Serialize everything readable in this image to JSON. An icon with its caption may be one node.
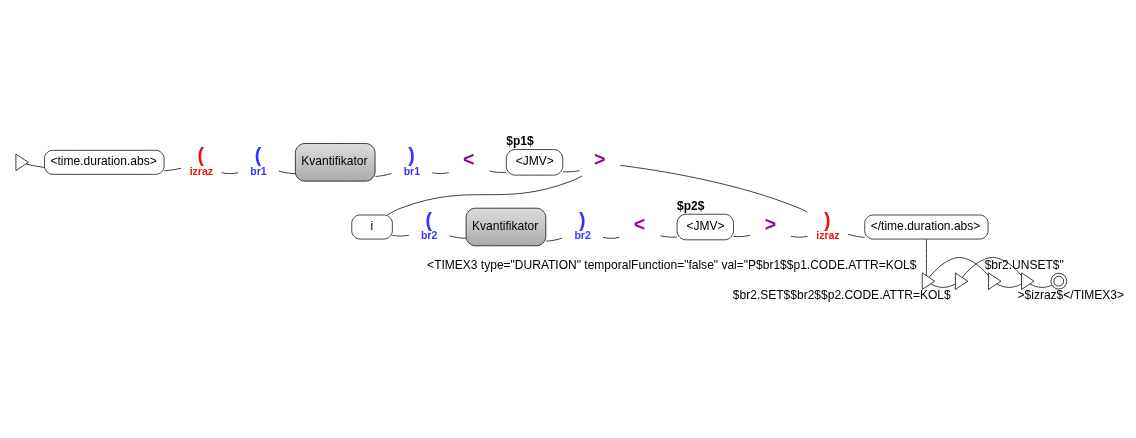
{
  "diagram": {
    "nodes": [
      {
        "text": [],
        "shape": "triangle"
      },
      {
        "text": [
          "<time.duration.abs>"
        ]
      },
      {
        "text": [
          "("
        ],
        "beside": [
          "izraz"
        ]
      },
      {
        "text": [
          "("
        ],
        "beside": [
          "br1"
        ]
      },
      {
        "text": [
          "Kvantifikator"
        ]
      },
      {
        "text": [
          ")"
        ],
        "beside": [
          "br1"
        ]
      },
      {
        "text": [
          "<"
        ]
      },
      {
        "text": [
          "<JMV>"
        ],
        "beside": [
          "$p1$"
        ]
      },
      {
        "text": [
          ">"
        ]
      },
      {
        "text": [
          "i"
        ]
      },
      {
        "text": [
          "("
        ],
        "beside": [
          "br2"
        ]
      },
      {
        "text": [
          "Kvantifikator"
        ]
      },
      {
        "text": [
          ")"
        ],
        "beside": [
          "br2"
        ]
      },
      {
        "text": [
          "<"
        ]
      },
      {
        "text": [
          "<JMV>"
        ],
        "beside": [
          "$p2$"
        ]
      },
      {
        "text": [
          ">"
        ]
      },
      {
        "text": [
          ")"
        ],
        "beside": [
          "izraz"
        ]
      },
      {
        "text": [
          "</time.duration.abs>"
        ]
      },
      {
        "text": [],
        "shape": "triangle",
        "beside": [
          "<TIMEX3 type=\"DURATION\" temporalFunction=\"false\" val=\"P$br1$$p1.CODE.ATTR=KOL$"
        ]
      },
      {
        "text": [],
        "shape": "triangle",
        "beside": [
          "$br2.SET$$br2$$p2.CODE.ATTR=KOL$"
        ]
      },
      {
        "text": [],
        "shape": "triangle",
        "beside": [
          "$br2.UNSET$\""
        ]
      },
      {
        "text": [],
        "shape": "triangle",
        "beside": [
          ">$izraz$</TIMEX3>"
        ]
      },
      {
        "text": [],
        "shape": "circle"
      }
    ],
    "edges": [
      {
        "from": 0,
        "to": 1,
        "arrow": "none"
      },
      {
        "from": 1,
        "to": 2,
        "arrow": "none"
      },
      {
        "from": 2,
        "to": 3,
        "arrow": "none"
      },
      {
        "from": 3,
        "to": 4,
        "arrow": "none"
      },
      {
        "from": 4,
        "to": 5,
        "arrow": "none"
      },
      {
        "from": 5,
        "to": 6,
        "arrow": "none"
      },
      {
        "from": 6,
        "to": 7,
        "arrow": "none"
      },
      {
        "from": 7,
        "to": 8,
        "arrow": "none"
      },
      {
        "from": 8,
        "to": 9,
        "arrow": "none"
      },
      {
        "from": 8,
        "to": 16,
        "arrow": "none"
      },
      {
        "from": 9,
        "to": 10,
        "arrow": "none"
      },
      {
        "from": 10,
        "to": 11,
        "arrow": "none"
      },
      {
        "from": 11,
        "to": 12,
        "arrow": "none"
      },
      {
        "from": 12,
        "to": 13,
        "arrow": "none"
      },
      {
        "from": 13,
        "to": 14,
        "arrow": "none"
      },
      {
        "from": 14,
        "to": 15,
        "arrow": "none"
      },
      {
        "from": 15,
        "to": 16,
        "arrow": "none"
      },
      {
        "from": 16,
        "to": 17,
        "arrow": "none"
      },
      {
        "from": 17,
        "to": 18,
        "arrow": "none"
      },
      {
        "from": 18,
        "to": 19,
        "arrow": "none"
      },
      {
        "from": 18,
        "to": 20,
        "arrow": "none"
      },
      {
        "from": 19,
        "to": 21,
        "arrow": "none"
      },
      {
        "from": 20,
        "to": 21,
        "arrow": "none"
      },
      {
        "from": 21,
        "to": 22,
        "arrow": "none"
      }
    ]
  }
}
